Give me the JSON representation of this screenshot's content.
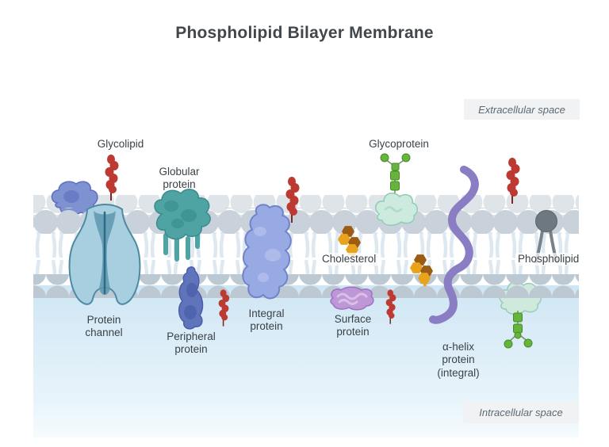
{
  "title": "Phospholipid Bilayer Membrane",
  "regions": {
    "extracellular_label": "Extracellular space",
    "intracellular_label": "Intracellular space"
  },
  "labels": {
    "glycolipid": "Glycolipid",
    "globular_protein": "Globular\nprotein",
    "glycoprotein": "Glycoprotein",
    "cholesterol": "Cholesterol",
    "phospholipid": "Phospholipid",
    "protein_channel": "Protein\nchannel",
    "peripheral_protein": "Peripheral\nprotein",
    "integral_protein": "Integral\nprotein",
    "surface_protein": "Surface\nprotein",
    "alpha_helix_protein": "α-helix\nprotein\n(integral)"
  },
  "colors": {
    "title_text": "#42474c",
    "label_text": "#3b4247",
    "space_label_text": "#5e6a73",
    "space_label_bg": "#f0f2f4",
    "membrane_head_front": "#c9d2da",
    "membrane_head_back": "#dfe4e9",
    "membrane_head_bottom": "#bcc8d2",
    "lipid_tail": "#dde8f1",
    "intracellular_fill": "#d3e9f6",
    "glycolipid_red": "#bd3a33",
    "cholesterol_orange": "#e8a21c",
    "cholesterol_brown": "#9c5c14",
    "glycan_green": "#67b43c",
    "protein_channel_fill": "#a7cfdf",
    "protein_channel_inner": "#5e98b2",
    "globular_teal": "#4fa3a3",
    "integral_periwinkle": "#97aae3",
    "peripheral_blue": "#6074bc",
    "surface_lavender": "#bd97d6",
    "alpha_helix_purple": "#8b7dc3",
    "phospholipid_head_dark": "#6e787f",
    "glycoprotein_blob": "#cdeade"
  }
}
